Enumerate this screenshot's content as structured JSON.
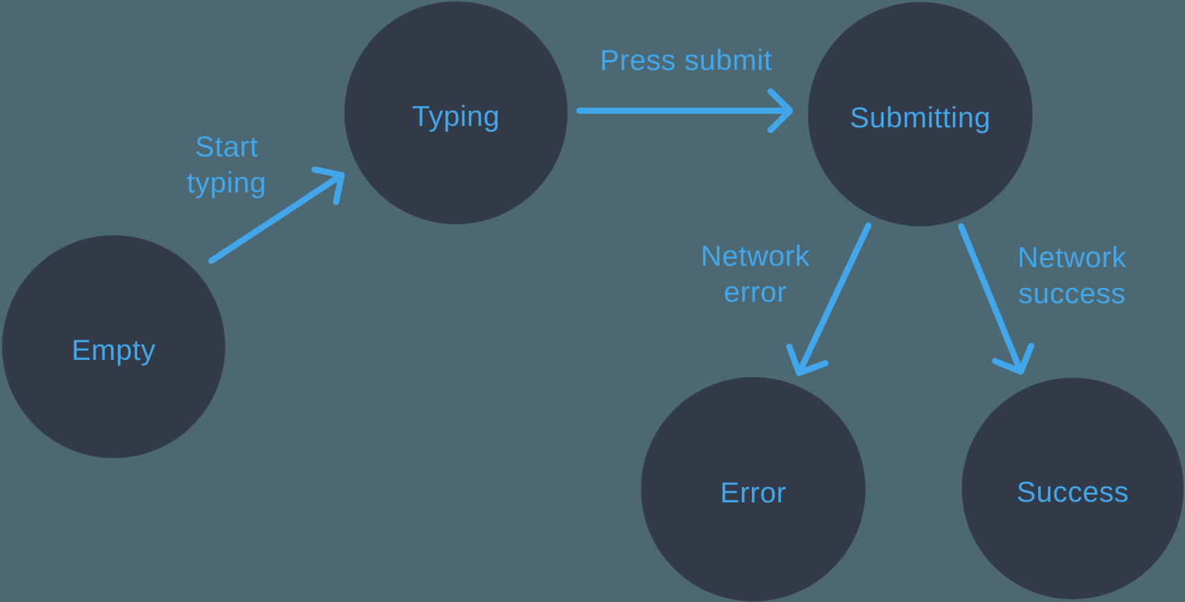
{
  "colors": {
    "background": "#4C6872",
    "node_fill": "#333A48",
    "accent": "#42A6EA"
  },
  "nodes": [
    {
      "id": "empty",
      "label": "Empty"
    },
    {
      "id": "typing",
      "label": "Typing"
    },
    {
      "id": "submitting",
      "label": "Submitting"
    },
    {
      "id": "error",
      "label": "Error"
    },
    {
      "id": "success",
      "label": "Success"
    }
  ],
  "edges": [
    {
      "id": "start-typing",
      "from": "empty",
      "to": "typing",
      "label": "Start typing",
      "lines": [
        "Start",
        "typing"
      ]
    },
    {
      "id": "press-submit",
      "from": "typing",
      "to": "submitting",
      "label": "Press submit",
      "lines": [
        "Press submit"
      ]
    },
    {
      "id": "network-error",
      "from": "submitting",
      "to": "error",
      "label": "Network error",
      "lines": [
        "Network",
        "error"
      ]
    },
    {
      "id": "network-success",
      "from": "submitting",
      "to": "success",
      "label": "Network success",
      "lines": [
        "Network",
        "success"
      ]
    }
  ]
}
